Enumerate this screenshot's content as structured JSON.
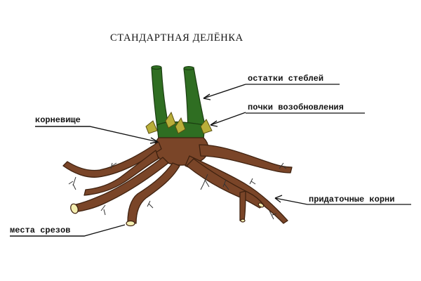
{
  "title": "СТАНДАРТНАЯ  ДЕЛЁНКА",
  "labels": {
    "stem_remains": "остатки стеблей",
    "renewal_buds": "почки возобновления",
    "rhizome": "корневище",
    "adventitious_roots": "придаточные корни",
    "cut_sites": "места срезов"
  },
  "colors": {
    "stem": "#2f6e22",
    "stem_outline": "#1a3d10",
    "root": "#7a4528",
    "root_outline": "#3f2210",
    "cut_end": "#f4eeb0",
    "bud": "#b9ae3a",
    "line": "#111111"
  }
}
